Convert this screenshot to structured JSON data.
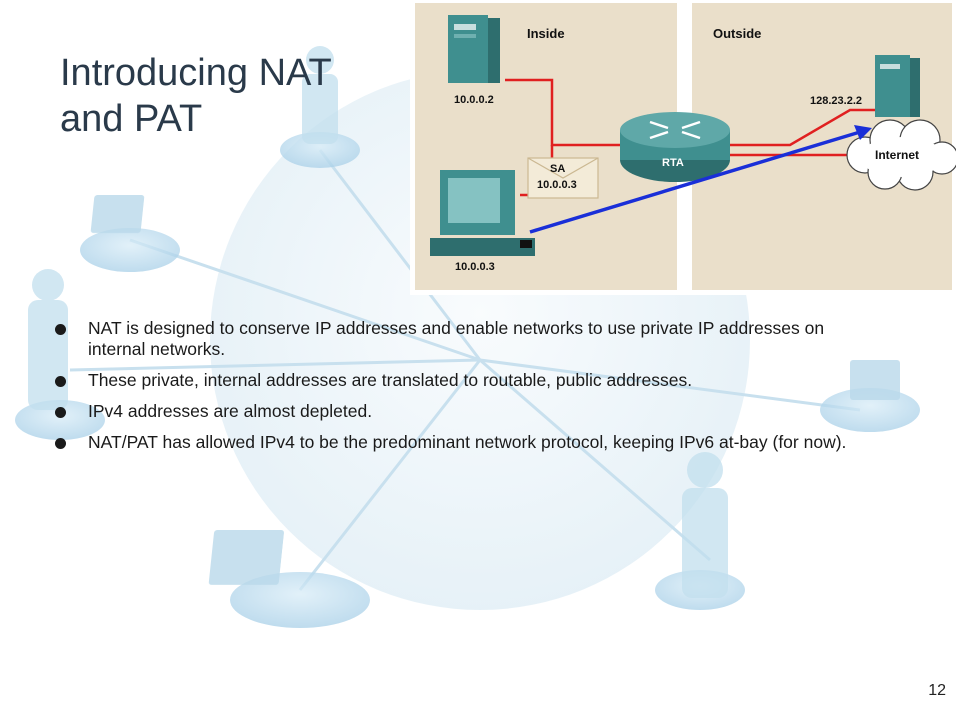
{
  "slide": {
    "title_line1": "Introducing NAT",
    "title_line2": "and PAT",
    "page_number": "12"
  },
  "diagram": {
    "inside_label": "Inside",
    "outside_label": "Outside",
    "server_inside_ip": "10.0.0.2",
    "pc_ip": "10.0.0.3",
    "envelope_label": "SA",
    "envelope_ip": "10.0.0.3",
    "router_label": "RTA",
    "server_outside_ip": "128.23.2.2",
    "cloud_label": "Internet",
    "colors": {
      "panel": "#eadfca",
      "link": "#e02020",
      "arrow": "#1a2fd8",
      "device": "#3f8f8f"
    }
  },
  "bullets": [
    "NAT is designed to conserve IP addresses and enable networks to use private IP addresses on internal networks.",
    "These private, internal addresses are translated to routable, public addresses.",
    "IPv4 addresses are almost depleted.",
    "NAT/PAT has allowed IPv4 to be the predominant network protocol, keeping IPv6 at-bay (for now)."
  ]
}
